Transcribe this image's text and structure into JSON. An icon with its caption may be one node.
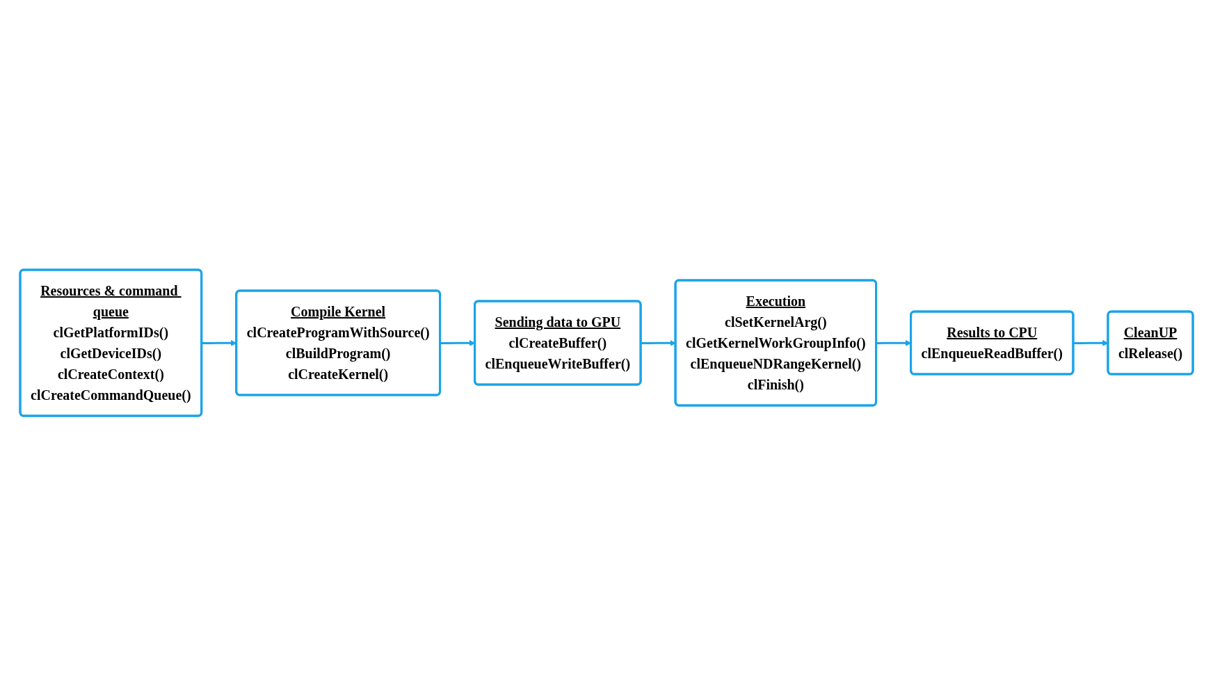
{
  "diagram": {
    "nodes": [
      {
        "text": [
          "Resources & command queue",
          "clGetPlatformIDs()",
          "clGetDeviceIDs()",
          "clCreateContext()",
          "clCreateCommandQueue()"
        ]
      },
      {
        "text": [
          "Compile Kernel",
          "clCreateProgramWithSource()",
          "clBuildProgram()",
          "clCreateKernel()"
        ]
      },
      {
        "text": [
          "Sending data to GPU",
          "clCreateBuffer()",
          "clEnqueueWriteBuffer()"
        ]
      },
      {
        "text": [
          "Execution",
          "clSetKernelArg()",
          "clGetKernelWorkGroupInfo()",
          "clEnqueueNDRangeKernel()",
          "clFinish()"
        ]
      },
      {
        "text": [
          "Results to CPU",
          "clEnqueueReadBuffer()"
        ]
      },
      {
        "text": [
          "CleanUP",
          "clRelease()"
        ]
      }
    ],
    "edges": [
      {
        "from": 0,
        "to": 1,
        "arrow": "to"
      },
      {
        "from": 1,
        "to": 2,
        "arrow": "to"
      },
      {
        "from": 2,
        "to": 3,
        "arrow": "to"
      },
      {
        "from": 3,
        "to": 4,
        "arrow": "to"
      },
      {
        "from": 4,
        "to": 5,
        "arrow": "to"
      }
    ]
  }
}
